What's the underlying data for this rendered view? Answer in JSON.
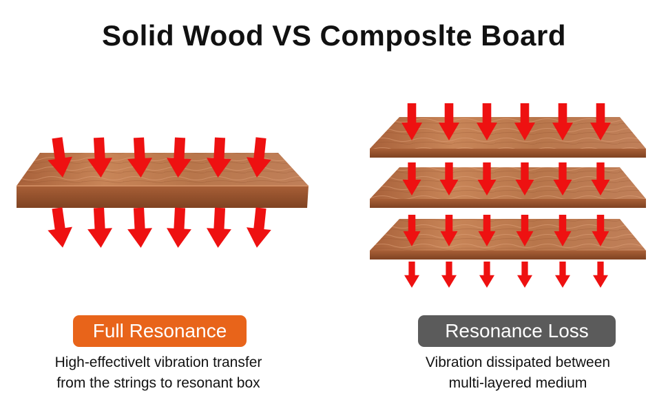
{
  "title": "Solid Wood VS Composlte Board",
  "colors": {
    "arrow": "#ee1111",
    "wood_top": "#b8734a",
    "wood_side": "#9a5632",
    "badge_left": "#e8641a",
    "badge_right": "#5b5b5b"
  },
  "left": {
    "badge": "Full Resonance",
    "desc_line1": "High-effectivelt vibration transfer",
    "desc_line2": "from the strings to resonant box"
  },
  "right": {
    "badge": "Resonance Loss",
    "desc_line1": "Vibration dissipated between",
    "desc_line2": "multi-layered medium"
  }
}
